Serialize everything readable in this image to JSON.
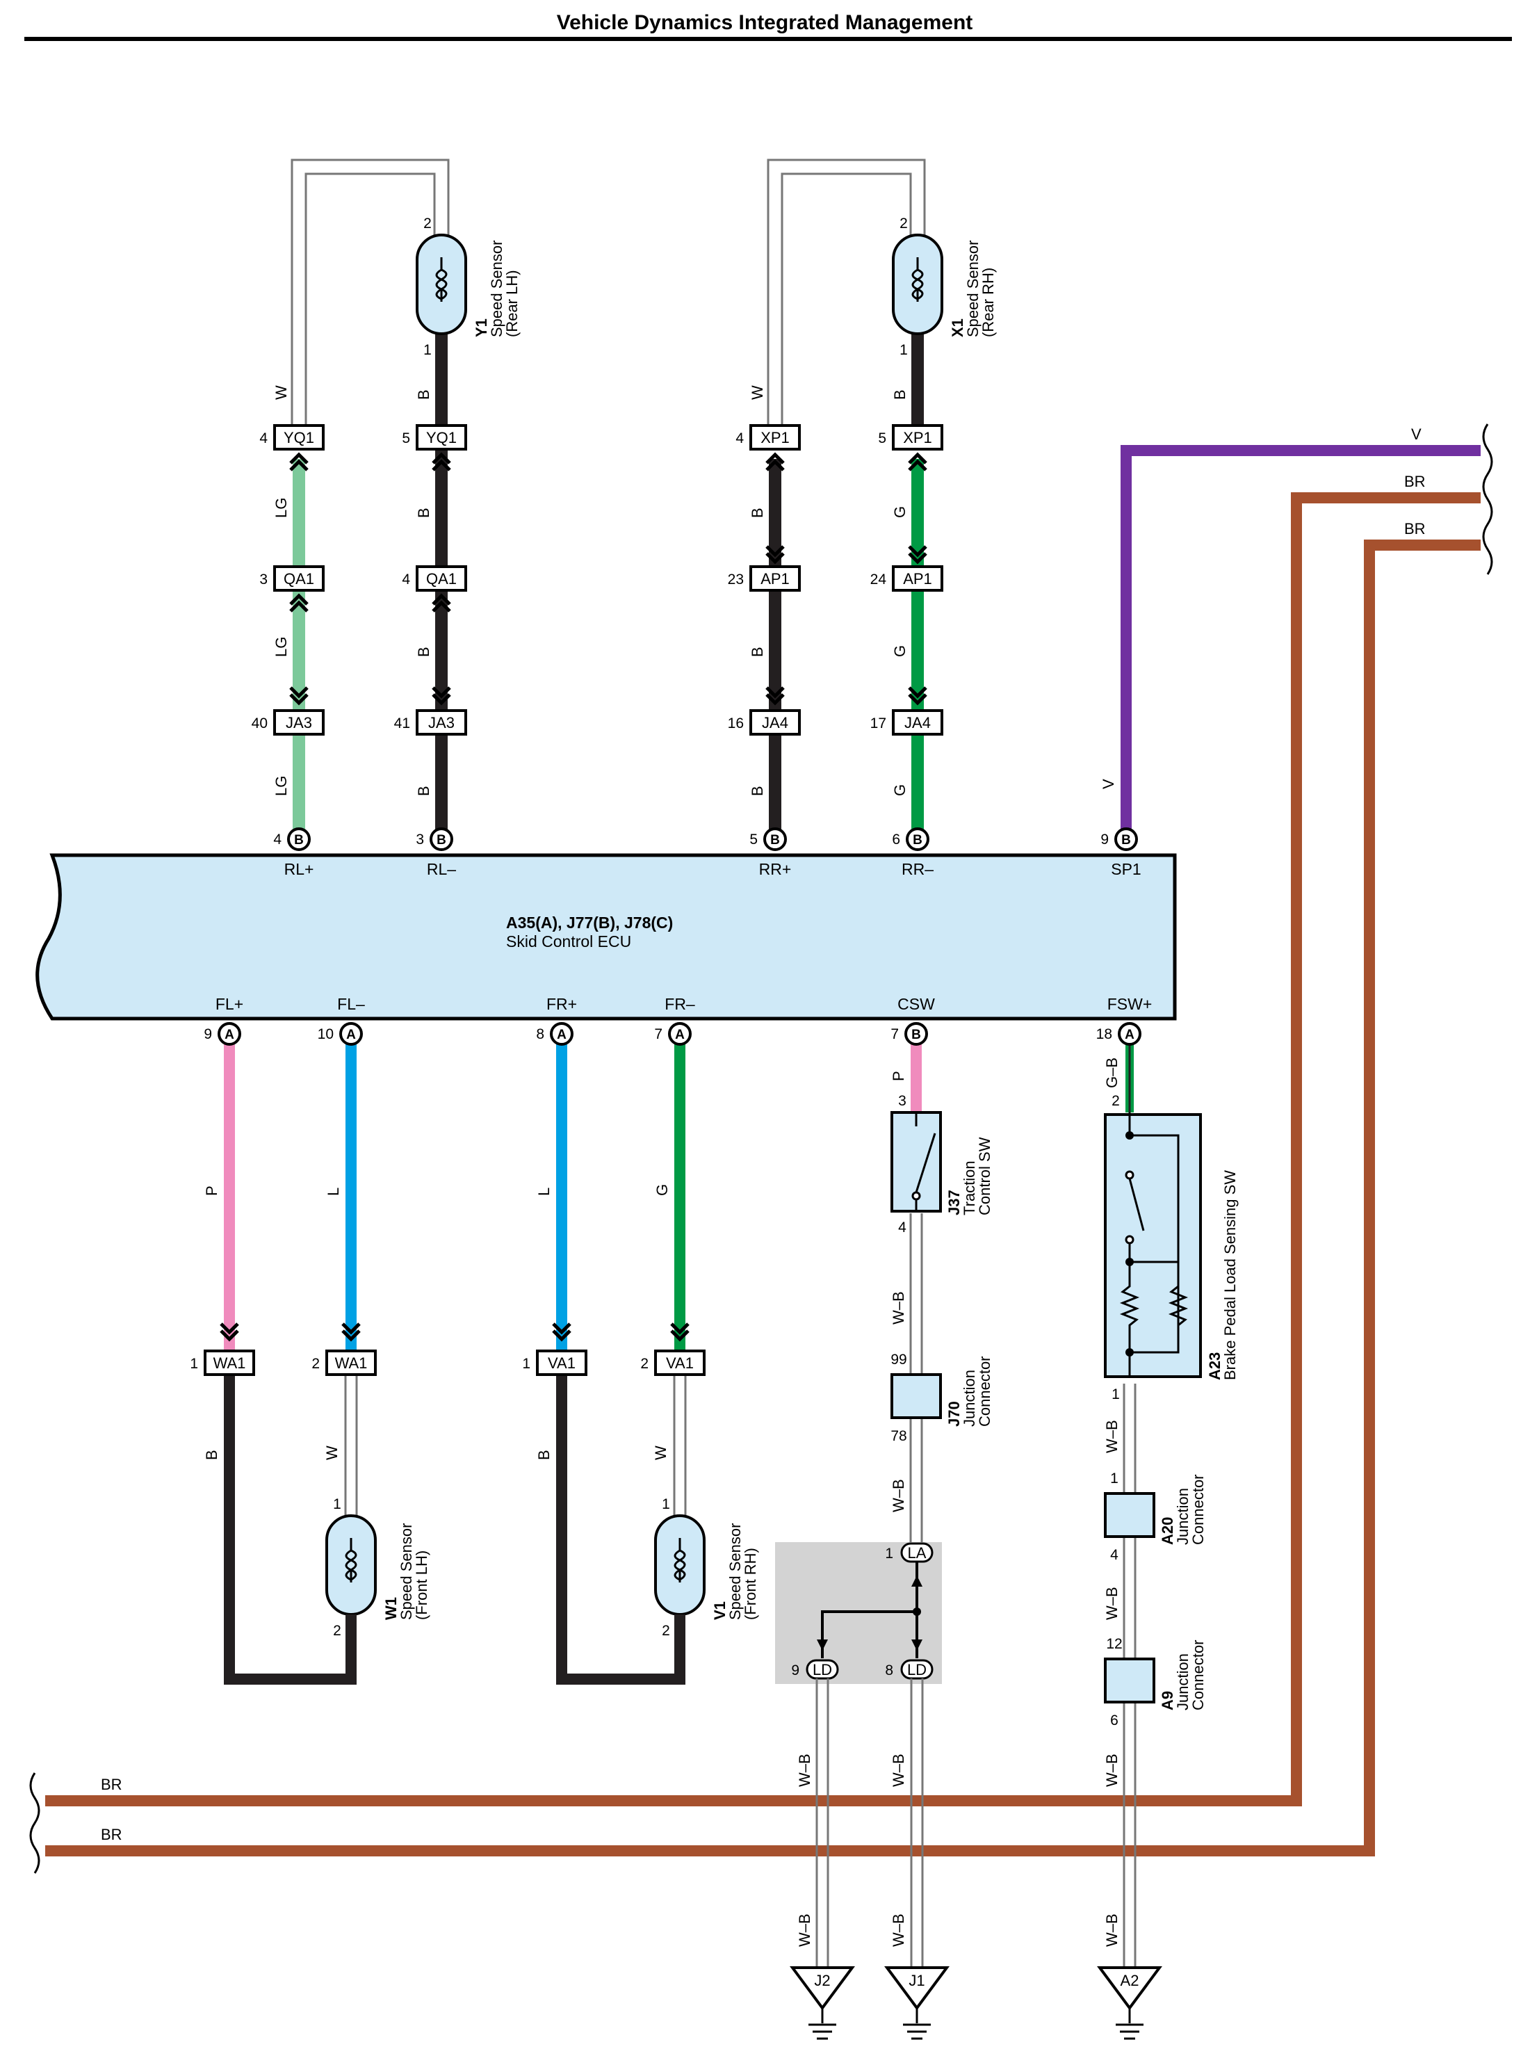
{
  "title": "Vehicle Dynamics Integrated Management",
  "colors": {
    "B": "#231f20",
    "W": "#ffffff",
    "LG": "#7cc99a",
    "G": "#009a44",
    "V": "#7030a0",
    "BR": "#a6512e",
    "P": "#f08bbd",
    "L": "#00a1e4",
    "W-B": "#ffffff",
    "G-B": "#009a44",
    "component_fill": "#cfe9f7",
    "splice_box": "#d3d3d3"
  },
  "ecu": {
    "code": "A35(A), J77(B), J78(C)",
    "name": "Skid Control ECU",
    "top_terminals": [
      {
        "pin": "4",
        "badge": "B",
        "signal": "RL+"
      },
      {
        "pin": "3",
        "badge": "B",
        "signal": "RL–"
      },
      {
        "pin": "5",
        "badge": "B",
        "signal": "RR+"
      },
      {
        "pin": "6",
        "badge": "B",
        "signal": "RR–"
      },
      {
        "pin": "9",
        "badge": "B",
        "signal": "SP1"
      }
    ],
    "bottom_terminals": [
      {
        "pin": "9",
        "badge": "A",
        "signal": "FL+"
      },
      {
        "pin": "10",
        "badge": "A",
        "signal": "FL–"
      },
      {
        "pin": "8",
        "badge": "A",
        "signal": "FR+"
      },
      {
        "pin": "7",
        "badge": "A",
        "signal": "FR–"
      },
      {
        "pin": "7",
        "badge": "B",
        "signal": "CSW"
      },
      {
        "pin": "18",
        "badge": "A",
        "signal": "FSW+"
      }
    ]
  },
  "sensors": [
    {
      "id": "Y1",
      "line1": "Speed Sensor",
      "line2": "(Rear LH)",
      "pins": [
        "2",
        "1"
      ]
    },
    {
      "id": "X1",
      "line1": "Speed Sensor",
      "line2": "(Rear RH)",
      "pins": [
        "2",
        "1"
      ]
    },
    {
      "id": "W1",
      "line1": "Speed Sensor",
      "line2": "(Front LH)",
      "pins": [
        "1",
        "2"
      ]
    },
    {
      "id": "V1",
      "line1": "Speed Sensor",
      "line2": "(Front RH)",
      "pins": [
        "1",
        "2"
      ]
    }
  ],
  "components": [
    {
      "id": "J37",
      "line1": "Traction",
      "line2": "Control SW",
      "pins": [
        "3",
        "4"
      ]
    },
    {
      "id": "A23",
      "line1": "Brake Pedal Load Sensing SW",
      "line2": "",
      "pins": [
        "2",
        "1"
      ]
    },
    {
      "id": "J70",
      "line1": "Junction",
      "line2": "Connector",
      "pins": [
        "99",
        "78"
      ]
    },
    {
      "id": "A20",
      "line1": "Junction",
      "line2": "Connector",
      "pins": [
        "1",
        "4"
      ]
    },
    {
      "id": "A9",
      "line1": "Junction",
      "line2": "Connector",
      "pins": [
        "12",
        "6"
      ]
    }
  ],
  "rear_left": [
    {
      "pin_top": "4",
      "conn": "YQ1",
      "wires": [
        "W",
        "LG",
        "LG",
        "LG"
      ]
    },
    {
      "pins": [
        "4",
        "3",
        "40"
      ],
      "conns": [
        "YQ1",
        "QA1",
        "JA3"
      ]
    },
    {
      "pins": [
        "5",
        "4",
        "41"
      ],
      "conns": [
        "YQ1",
        "QA1",
        "JA3"
      ],
      "wires": [
        "B",
        "B",
        "B",
        "B"
      ]
    }
  ],
  "rear_right": [
    {
      "pins": [
        "4",
        "23",
        "16"
      ],
      "conns": [
        "XP1",
        "AP1",
        "JA4"
      ],
      "wires": [
        "W",
        "B",
        "B",
        "B"
      ]
    },
    {
      "pins": [
        "5",
        "24",
        "17"
      ],
      "conns": [
        "XP1",
        "AP1",
        "JA4"
      ],
      "wires": [
        "B",
        "G",
        "G",
        "G"
      ]
    }
  ],
  "front_connectors": [
    {
      "pin": "1",
      "conn": "WA1"
    },
    {
      "pin": "2",
      "conn": "WA1"
    },
    {
      "pin": "1",
      "conn": "VA1"
    },
    {
      "pin": "2",
      "conn": "VA1"
    }
  ],
  "front_wires": {
    "fl_plus": [
      "P",
      "B"
    ],
    "fl_minus": [
      "L",
      "W"
    ],
    "fr_plus": [
      "L",
      "B"
    ],
    "fr_minus": [
      "G",
      "W"
    ]
  },
  "traction_wires": [
    "P",
    "W–B",
    "W–B",
    "W–B",
    "W–B",
    "W–B"
  ],
  "brake_wires": [
    "G–B",
    "W–B",
    "W–B",
    "W–B",
    "W–B"
  ],
  "splice": {
    "top_pin": "1",
    "top_conn": "LA",
    "bottom_left": {
      "pin": "9",
      "conn": "LD"
    },
    "bottom_right": {
      "pin": "8",
      "conn": "LD"
    }
  },
  "grounds": [
    "J2",
    "J1",
    "A2"
  ],
  "power_wires": {
    "right": [
      "V",
      "BR",
      "BR"
    ],
    "left": [
      "BR",
      "BR"
    ]
  },
  "sp1_wire": "V"
}
